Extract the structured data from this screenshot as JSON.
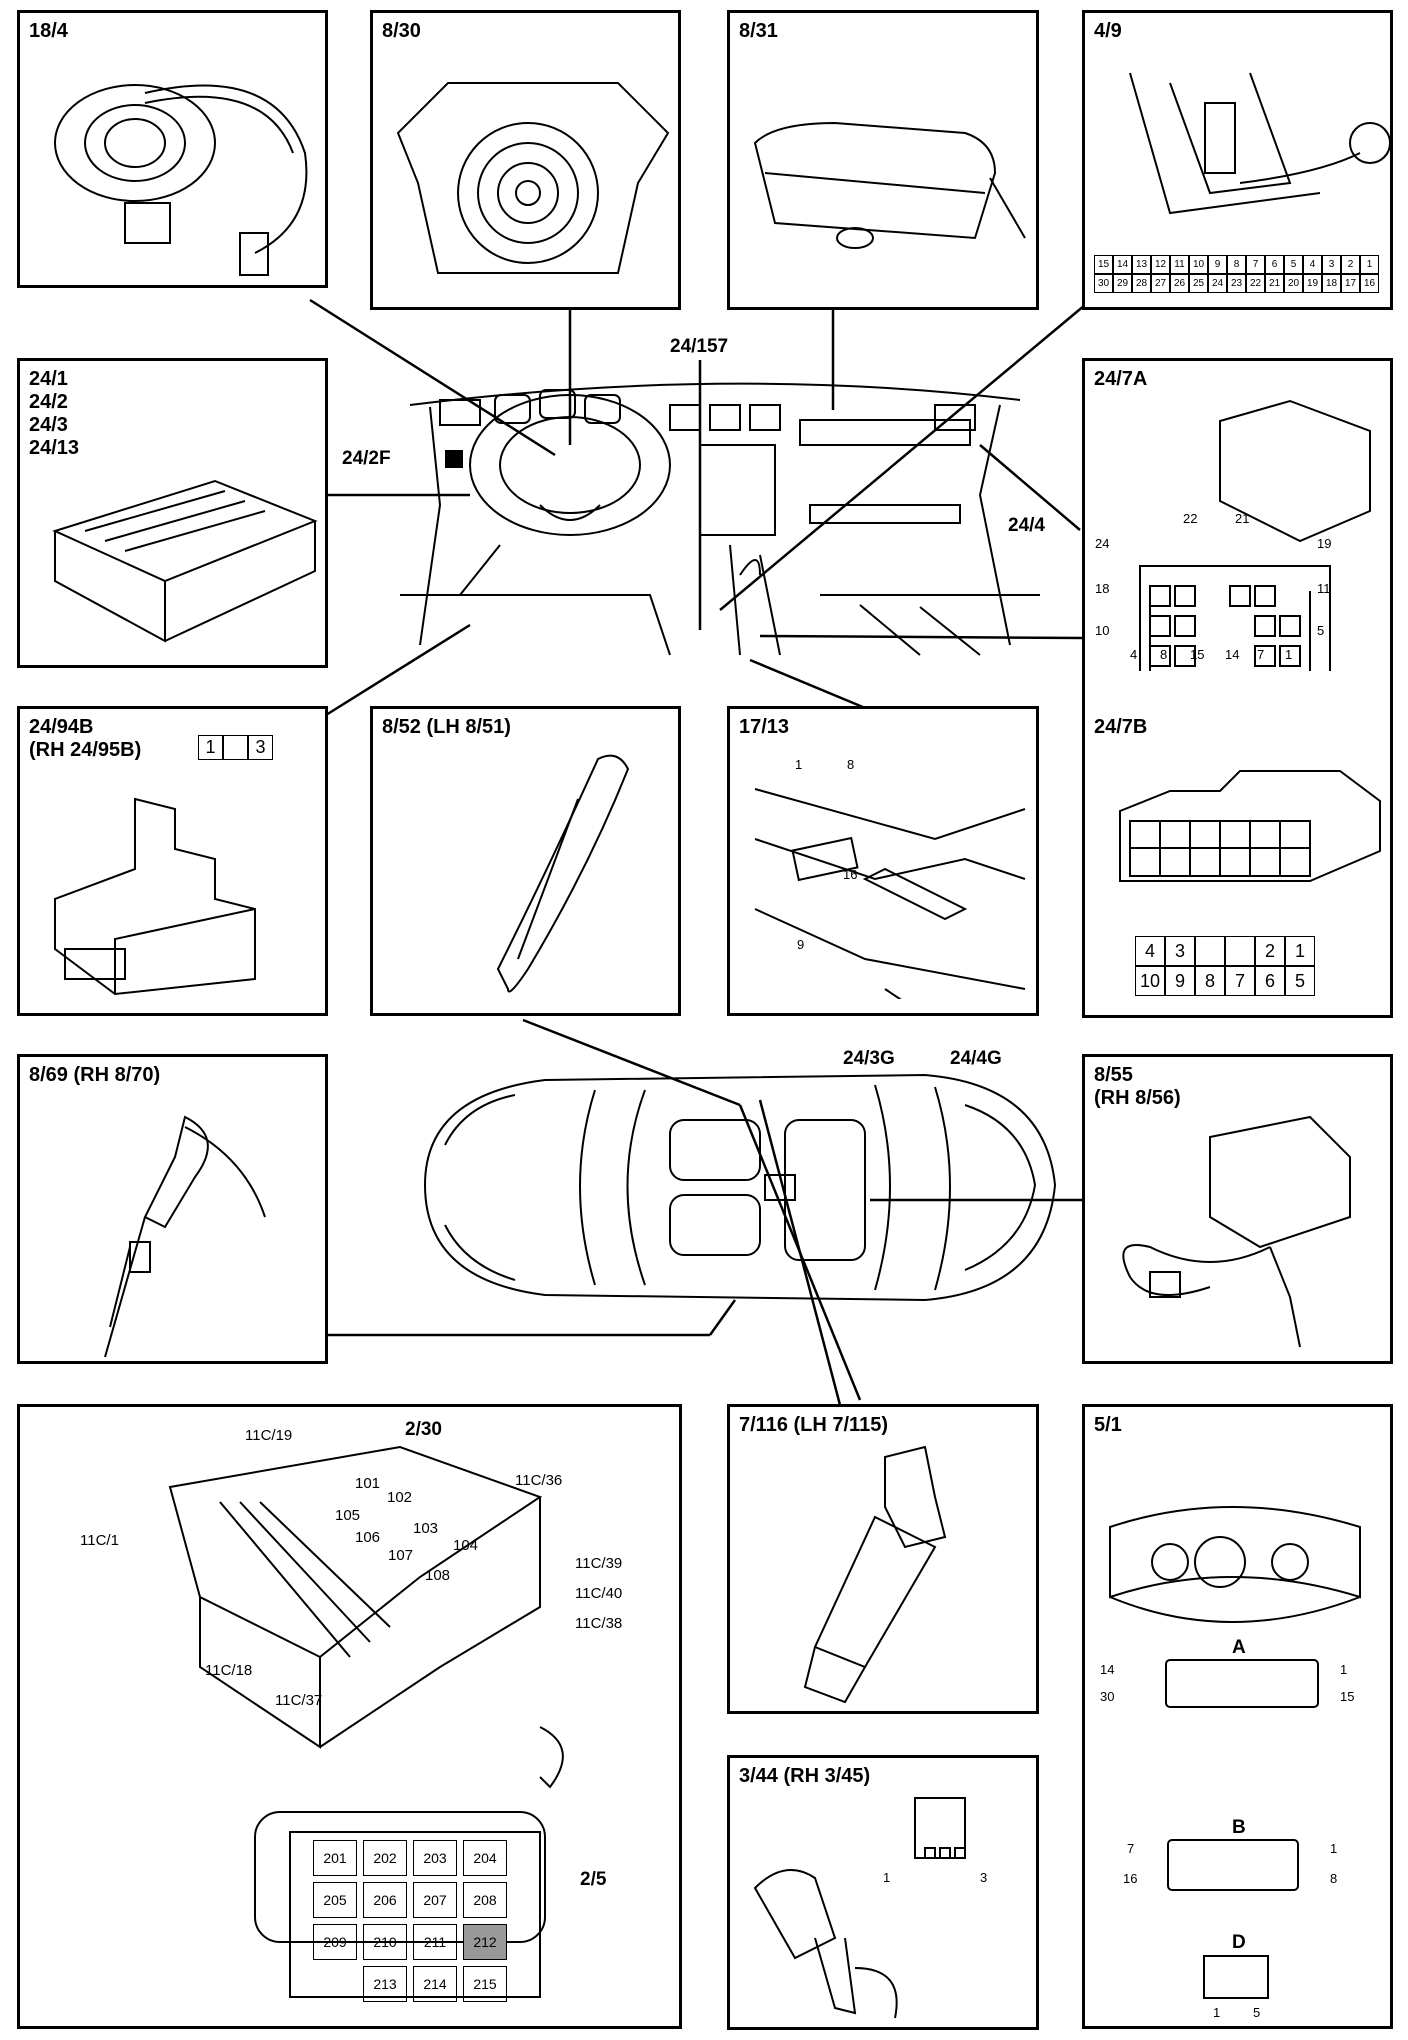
{
  "panels": {
    "p18_4": {
      "title": "18/4"
    },
    "p8_30": {
      "title": "8/30"
    },
    "p8_31": {
      "title": "8/31"
    },
    "p4_9": {
      "title": "4/9",
      "pins_top": [
        "15",
        "14",
        "13",
        "12",
        "11",
        "10",
        "9",
        "8",
        "7",
        "6",
        "5",
        "4",
        "3",
        "2",
        "1"
      ],
      "pins_bottom": [
        "30",
        "29",
        "28",
        "27",
        "26",
        "25",
        "24",
        "23",
        "22",
        "21",
        "20",
        "19",
        "18",
        "17",
        "16"
      ]
    },
    "p24_1": {
      "title": "24/1\n24/2\n24/3\n24/13"
    },
    "p24_7": {
      "title_a": "24/7A",
      "title_b": "24/7B",
      "a_pins": {
        "p22": "22",
        "p21": "21",
        "p24": "24",
        "p19": "19",
        "p18": "18",
        "p11": "11",
        "p10": "10",
        "p5": "5",
        "p4": "4",
        "p8": "8",
        "p15": "15",
        "p14": "14",
        "p7": "7",
        "p1": "1"
      },
      "b_row1": [
        "4",
        "3",
        "",
        "",
        "2",
        "1"
      ],
      "b_row2": [
        "10",
        "9",
        "8",
        "7",
        "6",
        "5"
      ]
    },
    "p24_94b": {
      "title": "24/94B\n(RH 24/95B)",
      "pins": [
        "1",
        "",
        "3"
      ]
    },
    "p8_52": {
      "title": "8/52 (LH 8/51)"
    },
    "p17_13": {
      "title": "17/13",
      "pins": {
        "p1": "1",
        "p8": "8",
        "p9": "9",
        "p16": "16"
      }
    },
    "p8_69": {
      "title": "8/69 (RH 8/70)"
    },
    "p8_55": {
      "title": "8/55\n(RH 8/56)"
    },
    "p2_30": {
      "title": "2/30",
      "labels": {
        "c11c19": "11C/19",
        "c11c1": "11C/1",
        "c11c36": "11C/36",
        "c11c39": "11C/39",
        "c11c40": "11C/40",
        "c11c38": "11C/38",
        "c11c18": "11C/18",
        "c11c37": "11C/37",
        "r101": "101",
        "r102": "102",
        "r103": "103",
        "r104": "104",
        "r105": "105",
        "r106": "106",
        "r107": "107",
        "r108": "108"
      },
      "relays": [
        "201",
        "202",
        "203",
        "204",
        "205",
        "206",
        "207",
        "208",
        "209",
        "210",
        "211",
        "212",
        "213",
        "214",
        "215"
      ],
      "sub_title": "2/5"
    },
    "p7_116": {
      "title": "7/116 (LH 7/115)"
    },
    "p3_44": {
      "title": "3/44 (RH 3/45)",
      "pins": {
        "p1": "1",
        "p3": "3"
      }
    },
    "p5_1": {
      "title": "5/1",
      "conn_a": {
        "name": "A",
        "p14": "14",
        "p1": "1",
        "p30": "30",
        "p15": "15"
      },
      "conn_b": {
        "name": "B",
        "p7": "7",
        "p1": "1",
        "p16": "16",
        "p8": "8"
      },
      "conn_d": {
        "name": "D",
        "p1": "1",
        "p5": "5"
      }
    }
  },
  "callouts": {
    "c24_157": "24/157",
    "c24_2f": "24/2F",
    "c24_4": "24/4",
    "c24_3g": "24/3G",
    "c24_4g": "24/4G"
  }
}
